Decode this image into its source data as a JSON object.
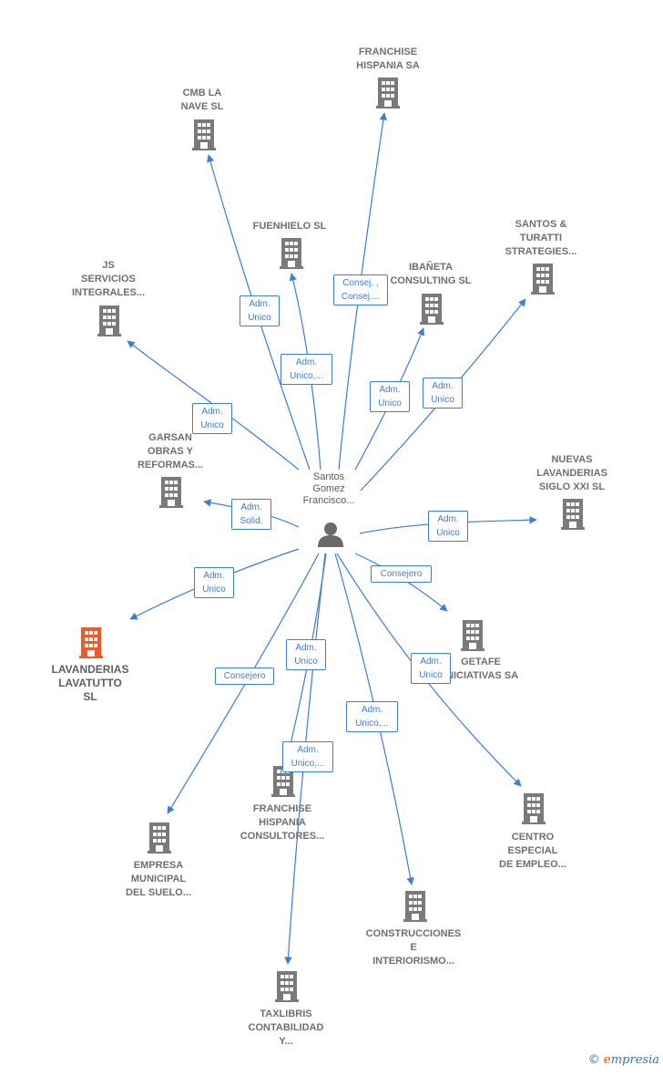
{
  "center": {
    "label": [
      "Santos",
      "Gomez",
      "Francisco..."
    ],
    "icon": "person-icon"
  },
  "colors": {
    "edge": "#3b7dd8",
    "building": "#7a7a7a",
    "highlight": "#f05a28"
  },
  "nodes": [
    {
      "id": "franchise-hispania-sa",
      "label": [
        "FRANCHISE",
        "HISPANIA SA"
      ],
      "icon": "building-icon"
    },
    {
      "id": "cmb-la-nave-sl",
      "label": [
        "CMB LA",
        "NAVE  SL"
      ],
      "icon": "building-icon"
    },
    {
      "id": "fuenhielo-sl",
      "label": [
        "FUENHIELO  SL"
      ],
      "icon": "building-icon"
    },
    {
      "id": "santos-turatti",
      "label": [
        "SANTOS &",
        "TURATTI",
        "STRATEGIES..."
      ],
      "icon": "building-icon"
    },
    {
      "id": "js-servicios",
      "label": [
        "JS",
        "SERVICIOS",
        "INTEGRALES..."
      ],
      "icon": "building-icon"
    },
    {
      "id": "ibaneta-consulting-sl",
      "label": [
        "IBAÑETA",
        "CONSULTING SL"
      ],
      "icon": "building-icon"
    },
    {
      "id": "garsan-obras",
      "label": [
        "GARSAN",
        "OBRAS Y",
        "REFORMAS..."
      ],
      "icon": "building-icon"
    },
    {
      "id": "nuevas-lavanderias",
      "label": [
        "NUEVAS",
        "LAVANDERIAS",
        "SIGLO XXI SL"
      ],
      "icon": "building-icon"
    },
    {
      "id": "lavanderias-lavatutto",
      "label": [
        "LAVANDERIAS",
        "LAVATUTTO",
        "SL"
      ],
      "icon": "building-icon",
      "highlight": true
    },
    {
      "id": "getafe-iniciativas",
      "label": [
        "GETAFE",
        "INICIATIVAS SA"
      ],
      "icon": "building-icon"
    },
    {
      "id": "franchise-hispania-consultores",
      "label": [
        "FRANCHISE",
        "HISPANIA",
        "CONSULTORES..."
      ],
      "icon": "building-icon"
    },
    {
      "id": "empresa-municipal",
      "label": [
        "EMPRESA",
        "MUNICIPAL",
        "DEL SUELO..."
      ],
      "icon": "building-icon"
    },
    {
      "id": "centro-especial",
      "label": [
        "CENTRO",
        "ESPECIAL",
        "DE EMPLEO..."
      ],
      "icon": "building-icon"
    },
    {
      "id": "construcciones-interiorismo",
      "label": [
        "CONSTRUCCIONES",
        "E",
        "INTERIORISMO..."
      ],
      "icon": "building-icon"
    },
    {
      "id": "taxlibris-contabilidad",
      "label": [
        "TAXLIBRIS",
        "CONTABILIDAD",
        "Y..."
      ],
      "icon": "building-icon"
    }
  ],
  "edges": [
    {
      "to": "franchise-hispania-sa",
      "label": [
        "Consej. ,",
        "Consej...."
      ]
    },
    {
      "to": "cmb-la-nave-sl",
      "label": [
        "Adm.",
        "Unico"
      ]
    },
    {
      "to": "fuenhielo-sl",
      "label": [
        "Adm.",
        "Unico,..."
      ]
    },
    {
      "to": "ibaneta-consulting-sl",
      "label": [
        "Adm.",
        "Unico"
      ]
    },
    {
      "to": "santos-turatti",
      "label": [
        "Adm.",
        "Unico"
      ]
    },
    {
      "to": "js-servicios",
      "label": [
        "Adm.",
        "Unico"
      ]
    },
    {
      "to": "garsan-obras",
      "label": [
        "Adm.",
        "Solid."
      ]
    },
    {
      "to": "nuevas-lavanderias",
      "label": [
        "Adm.",
        "Unico"
      ]
    },
    {
      "to": "lavanderias-lavatutto",
      "label": [
        "Adm.",
        "Unico"
      ]
    },
    {
      "to": "getafe-iniciativas",
      "label": [
        "Consejero"
      ]
    },
    {
      "to": "franchise-hispania-consultores",
      "label": [
        "Adm.",
        "Unico"
      ]
    },
    {
      "to": "empresa-municipal",
      "label": [
        "Consejero"
      ]
    },
    {
      "to": "centro-especial",
      "label": [
        "Adm.",
        "Unico"
      ]
    },
    {
      "to": "construcciones-interiorismo",
      "label": [
        "Adm.",
        "Unico,..."
      ]
    },
    {
      "to": "taxlibris-contabilidad",
      "label": [
        "Adm.",
        "Unico,..."
      ]
    }
  ],
  "footer": {
    "copyright": "©",
    "brand_e": "e",
    "brand_rest": "mpresia"
  }
}
